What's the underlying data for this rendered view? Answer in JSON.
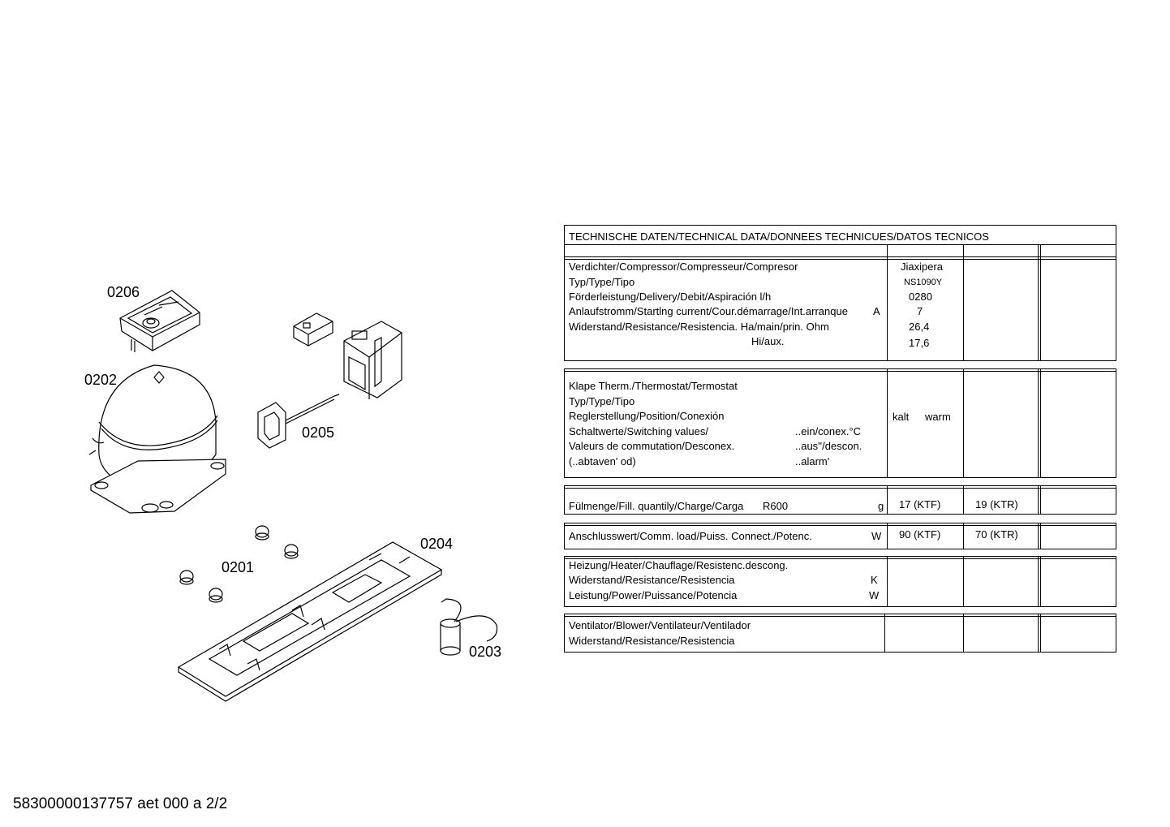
{
  "parts": {
    "p0206": "0206",
    "p0202": "0202",
    "p0205": "0205",
    "p0204": "0204",
    "p0201": "0201",
    "p0203": "0203"
  },
  "table": {
    "title": "TECHNISCHE DATEN/TECHNICAL DATA/DONNEES TECHNICUES/DATOS TECNICOS",
    "compressor": {
      "rows": [
        "Verdichter/Compressor/Compresseur/Compresor",
        "Typ/Type/Tipo",
        "Förderleistung/Delivery/Debit/Aspiración l/h",
        "Anlaufstromm/Startlng current/Cour.démarrage/Int.arranque",
        "Widerstand/Resistance/Resistencia. Ha/main/prin. Ohm",
        "Hi/aux."
      ],
      "unit_a": "A",
      "values": [
        "Jiaxipera",
        "NS1090Y",
        "0280",
        "7",
        "26,4",
        "17,6"
      ]
    },
    "thermostat": {
      "rows": [
        "Klape Therm./Thermostat/Termostat",
        "Typ/Type/Tipo",
        "Reglerstellung/Position/Conexión",
        "Schaltwerte/Switching values/",
        "Valeurs de commutation/Desconex.",
        "(..abtaven' od)"
      ],
      "mid": [
        "..ein/conex.°C",
        "..aus''/descon.",
        "..alarm'"
      ],
      "kalt": "kalt",
      "warm": "warm"
    },
    "fill": {
      "label": "Fülmenge/Fill. quantily/Charge/Carga",
      "gas": "R600",
      "unit": "g",
      "v1": "17 (KTF)",
      "v2": "19 (KTR)"
    },
    "load": {
      "label": "Anschlusswert/Comm. load/Puiss. Connect./Potenc.",
      "unit": "W",
      "v1": "90 (KTF)",
      "v2": "70 (KTR)"
    },
    "heater": {
      "rows": [
        "Heizung/Heater/Chauflage/Resistenc.descong.",
        "Widerstand/Resistance/Resistencia",
        "Leistung/Power/Puissance/Potencia"
      ],
      "units": [
        "K",
        "W"
      ]
    },
    "blower": {
      "rows": [
        "Ventilator/Blower/Ventilateur/Ventilador",
        "Widerstand/Resistance/Resistencia"
      ]
    }
  },
  "footer": "58300000137757 aet 000 a 2/2"
}
